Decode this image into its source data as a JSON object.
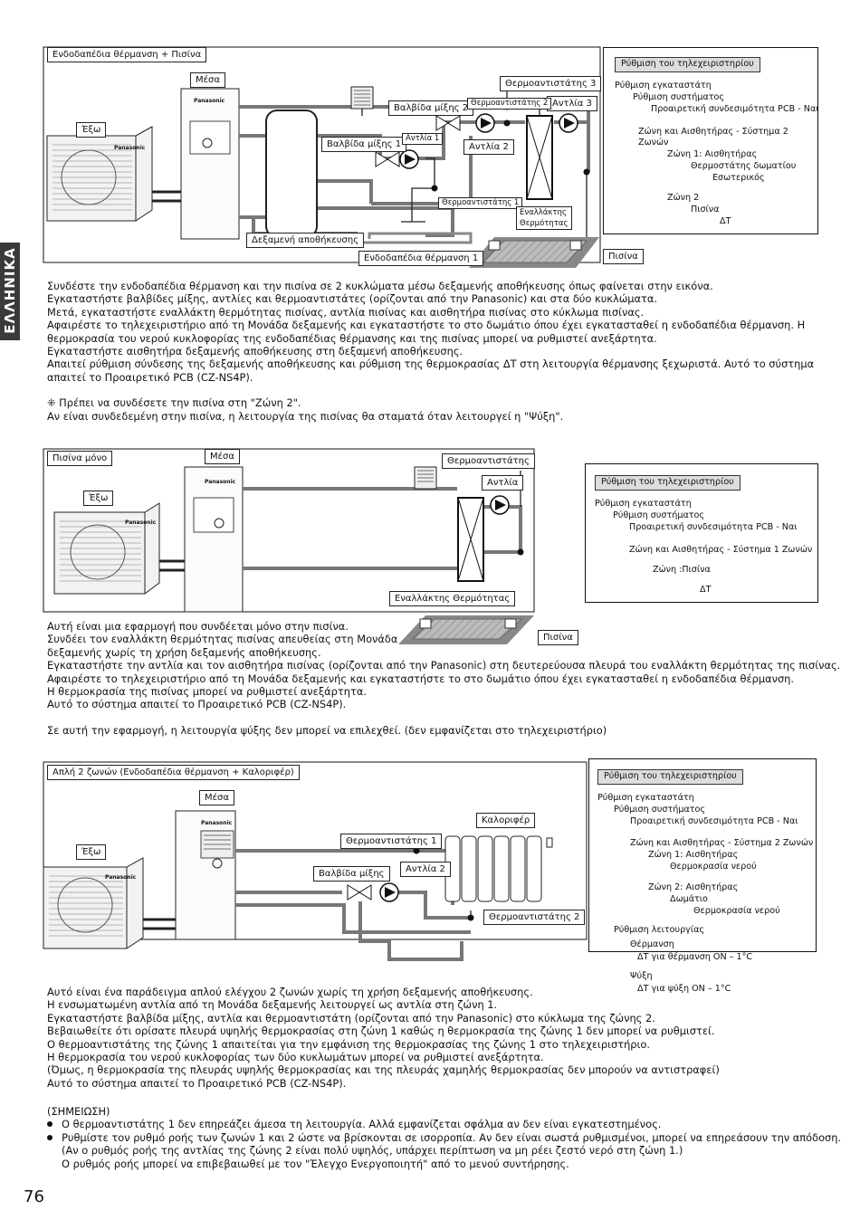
{
  "side_tab": "ΕΛΛΗΝΙΚΑ",
  "page_number": "76",
  "brand": "Panasonic",
  "section1": {
    "title": "Ενδοδαπέδια θέρμανση + Πισίνα",
    "labels": {
      "indoor": "Μέσα",
      "outdoor": "Έξω",
      "mixing_valve_1": "Βαλβίδα μίξης 1",
      "mixing_valve_2": "Βαλβίδα μίξης 2",
      "pump_1": "Αντλία 1",
      "pump_2": "Αντλία 2",
      "pump_3": "Αντλία 3",
      "thermostat_1": "Θερμοαντιστάτης 1",
      "thermostat_2": "Θερμοαντιστάτης 2",
      "thermostat_3": "Θερμοαντιστάτης 3",
      "heat_exchanger_1": "Εναλλάκτης",
      "heat_exchanger_2": "Θερμότητας",
      "buffer_tank": "Δεξαμενή αποθήκευσης",
      "floor_heating_1": "Ενδοδαπέδια θέρμανση 1",
      "pool": "Πισίνα"
    },
    "settings": {
      "header": "Ρύθμιση του τηλεχειριστηρίου",
      "lines": [
        "Ρύθμιση εγκαταστάτη",
        "Ρύθμιση συστήματος",
        "Προαιρετική συνδεσιμότητα PCB - Ναι",
        "Ζώνη και Αισθητήρας - Σύστημα 2",
        "Ζωνών",
        "Ζώνη 1: Αισθητήρας",
        "Θερμοστάτης δωματίου",
        "Εσωτερικός",
        "Ζώνη 2",
        "Πισίνα",
        "ΔΤ"
      ]
    },
    "text": [
      "Συνδέστε την ενδοδαπέδια θέρμανση και την πισίνα σε 2 κυκλώματα μέσω δεξαμενής αποθήκευσης όπως φαίνεται στην εικόνα.",
      "Εγκαταστήστε βαλβίδες μίξης, αντλίες και θερμοαντιστάτες (ορίζονται από την Panasonic) και στα δύο κυκλώματα.",
      "Μετά, εγκαταστήστε εναλλάκτη θερμότητας πισίνας, αντλία πισίνας και αισθητήρα πισίνας στο κύκλωμα πισίνας.",
      "Αφαιρέστε το τηλεχειριστήριο από τη Μονάδα δεξαμενής και εγκαταστήστε το στο δωμάτιο όπου έχει εγκατασταθεί η ενδοδαπέδια θέρμανση. Η",
      "θερμοκρασία του νερού κυκλοφορίας της ενδοδαπέδιας θέρμανσης και της πισίνας μπορεί να ρυθμιστεί ανεξάρτητα.",
      "Εγκαταστήστε αισθητήρα δεξαμενής αποθήκευσης στη δεξαμενή αποθήκευσης.",
      "Απαιτεί ρύθμιση σύνδεσης της δεξαμενής αποθήκευσης και ρύθμιση της θερμοκρασίας ΔΤ στη λειτουργία θέρμανσης ξεχωριστά. Αυτό το σύστημα",
      "απαιτεί το Προαιρετικό PCB (CZ-NS4P).",
      "",
      "⁜ Πρέπει να συνδέσετε την πισίνα στη \"Ζώνη 2\".",
      "Αν είναι συνδεδεμένη στην πισίνα, η λειτουργία της πισίνας θα σταματά όταν λειτουργεί η \"Ψύξη\"."
    ]
  },
  "section2": {
    "title": "Πισίνα μόνο",
    "labels": {
      "indoor": "Μέσα",
      "outdoor": "Έξω",
      "thermostat": "Θερμοαντιστάτης",
      "pump": "Αντλία",
      "heat_exchanger": "Εναλλάκτης Θερμότητας",
      "pool": "Πισίνα"
    },
    "settings": {
      "header": "Ρύθμιση του τηλεχειριστηρίου",
      "lines": [
        "Ρύθμιση εγκαταστάτη",
        "Ρύθμιση συστήματος",
        "Προαιρετική συνδεσιμότητα PCB - Ναι",
        "Ζώνη και Αισθητήρας - Σύστημα 1 Ζωνών",
        "Ζώνη :Πισίνα",
        "ΔΤ"
      ]
    },
    "text": [
      "Αυτή είναι μια εφαρμογή που συνδέεται μόνο στην πισίνα.",
      "Συνδέει τον εναλλάκτη θερμότητας πισίνας απευθείας στη Μονάδα",
      "δεξαμενής χωρίς τη χρήση δεξαμενής αποθήκευσης.",
      "Εγκαταστήστε την αντλία και τον αισθητήρα πισίνας (ορίζονται από την Panasonic) στη δευτερεύουσα πλευρά του εναλλάκτη θερμότητας της πισίνας.",
      "Αφαιρέστε το τηλεχειριστήριο από τη Μονάδα δεξαμενής και εγκαταστήστε το στο δωμάτιο όπου έχει εγκατασταθεί η ενδοδαπέδια θέρμανση.",
      "Η θερμοκρασία της πισίνας μπορεί να ρυθμιστεί ανεξάρτητα.",
      "Αυτό το σύστημα απαιτεί το Προαιρετικό PCB (CZ-NS4P).",
      "",
      "Σε αυτή την εφαρμογή, η λειτουργία ψύξης δεν μπορεί να επιλεχθεί. (δεν εμφανίζεται στο τηλεχειριστήριο)"
    ]
  },
  "section3": {
    "title": "Απλή 2 ζωνών (Ενδοδαπέδια θέρμανση + Καλοριφέρ)",
    "labels": {
      "indoor": "Μέσα",
      "outdoor": "Έξω",
      "radiator": "Καλοριφέρ",
      "thermostat_1": "Θερμοαντιστάτης 1",
      "thermostat_2": "Θερμοαντιστάτης 2",
      "mixing_valve": "Βαλβίδα μίξης",
      "pump_2": "Αντλία 2"
    },
    "settings": {
      "header": "Ρύθμιση του τηλεχειριστηρίου",
      "lines": [
        "Ρύθμιση εγκαταστάτη",
        "Ρύθμιση συστήματος",
        "Προαιρετική συνδεσιμότητα PCB - Ναι",
        "Ζώνη και Αισθητήρας - Σύστημα 2 Ζωνών",
        "Ζώνη 1: Αισθητήρας",
        "Θερμοκρασία νερού",
        "Ζώνη 2: Αισθητήρας",
        "Δωμάτιο",
        "Θερμοκρασία νερού",
        "Ρύθμιση λειτουργίας",
        "Θέρμανση",
        "ΔΤ για θέρμανση ON – 1°C",
        "Ψύξη",
        "ΔΤ για ψύξη ON – 1°C"
      ]
    },
    "text": [
      "Αυτό είναι ένα παράδειγμα απλού ελέγχου 2 ζωνών χωρίς τη χρήση δεξαμενής αποθήκευσης.",
      "Η ενσωματωμένη αντλία από τη Μονάδα δεξαμενής λειτουργεί ως αντλία στη ζώνη 1.",
      "Εγκαταστήστε βαλβίδα μίξης, αντλία και θερμοαντιστάτη (ορίζονται από την Panasonic) στο κύκλωμα της ζώνης 2.",
      "Βεβαιωθείτε ότι ορίσατε πλευρά υψηλής θερμοκρασίας στη ζώνη 1 καθώς η θερμοκρασία της ζώνης 1 δεν μπορεί να ρυθμιστεί.",
      "Ο θερμοαντιστάτης της ζώνης 1 απαιτείται για την εμφάνιση της θερμοκρασίας της ζώνης 1 στο τηλεχειριστήριο.",
      "Η θερμοκρασία του νερού κυκλοφορίας των δύο κυκλωμάτων μπορεί να ρυθμιστεί ανεξάρτητα.",
      "(Όμως, η θερμοκρασία της πλευράς υψηλής θερμοκρασίας και της πλευράς χαμηλής θερμοκρασίας δεν μπορούν να αντιστραφεί)",
      "Αυτό το σύστημα απαιτεί το Προαιρετικό PCB (CZ-NS4P)."
    ],
    "notes_title": "(ΣΗΜΕΙΩΣΗ)",
    "notes": [
      "Ο θερμοαντιστάτης 1 δεν επηρεάζει άμεσα τη λειτουργία. Αλλά εμφανίζεται σφάλμα αν δεν είναι εγκατεστημένος.",
      "Ρυθμίστε τον ρυθμό ροής των ζωνών 1 και 2 ώστε να βρίσκονται σε ισορροπία. Αν δεν είναι σωστά ρυθμισμένοι, μπορεί να επηρεάσουν την απόδοση."
    ],
    "notes_cont": [
      "(Αν ο ρυθμός ροής της αντλίας της ζώνης 2 είναι πολύ υψηλός, υπάρχει περίπτωση να μη ρέει ζεστό νερό στη ζώνη 1.)",
      "Ο ρυθμός ροής μπορεί να επιβεβαιωθεί με τον \"Έλεγχο Ενεργοποιητή\" από το μενού συντήρησης."
    ]
  }
}
